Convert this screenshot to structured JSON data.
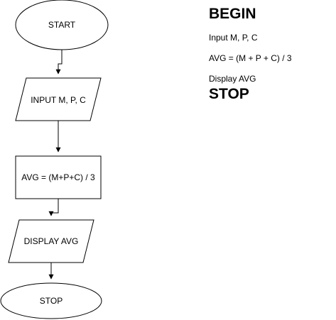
{
  "flowchart": {
    "start_label": "START",
    "input_label": "INPUT M, P, C",
    "process_label": "AVG = (M+P+C) / 3",
    "display_label": "DISPLAY AVG",
    "stop_label": "STOP",
    "stroke_color": "#000000",
    "fill_color": "#ffffff"
  },
  "pseudocode": {
    "begin": "BEGIN",
    "lines": [
      "Input M, P, C",
      "AVG = (M + P + C) / 3",
      "Display AVG"
    ],
    "end": "STOP"
  }
}
